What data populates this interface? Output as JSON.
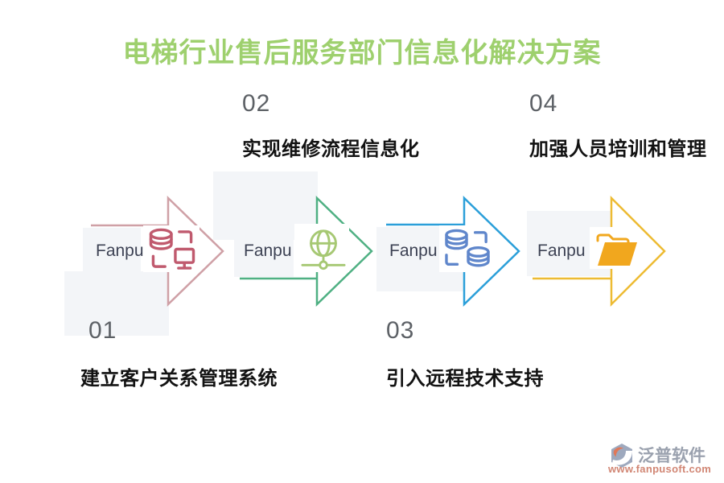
{
  "title": "电梯行业售后服务部门信息化解决方案",
  "brand_label": "Fanpu",
  "steps": [
    {
      "number": "01",
      "label": "建立客户关系管理系统",
      "arrow_color": "#cfa0a6",
      "icon": "database-monitor-icon",
      "icon_color": "#c05a6e",
      "number_position": "below"
    },
    {
      "number": "02",
      "label": "实现维修流程信息化",
      "arrow_color": "#4fb083",
      "icon": "globe-network-icon",
      "icon_color": "#a6c873",
      "number_position": "above"
    },
    {
      "number": "03",
      "label": "引入远程技术支持",
      "arrow_color": "#2b9fd9",
      "icon": "database-sync-icon",
      "icon_color": "#5f86cb",
      "number_position": "below"
    },
    {
      "number": "04",
      "label": "加强人员培训和管理",
      "arrow_color": "#edbb33",
      "icon": "folder-icon",
      "icon_color": "#f1a71e",
      "number_position": "above"
    }
  ],
  "colors": {
    "title": "#9ed06e",
    "step_number": "#5d6166",
    "step_label": "#121212",
    "brand_text": "#3d4254",
    "panel_background": "#f3f5f8",
    "logo_gray_blue": "#94a0b8",
    "logo_orange": "#dd6a48",
    "url_salmon": "#cd7a66"
  },
  "footer": {
    "logo_text": "泛普软件",
    "website": "www.fanpusoft.com"
  }
}
